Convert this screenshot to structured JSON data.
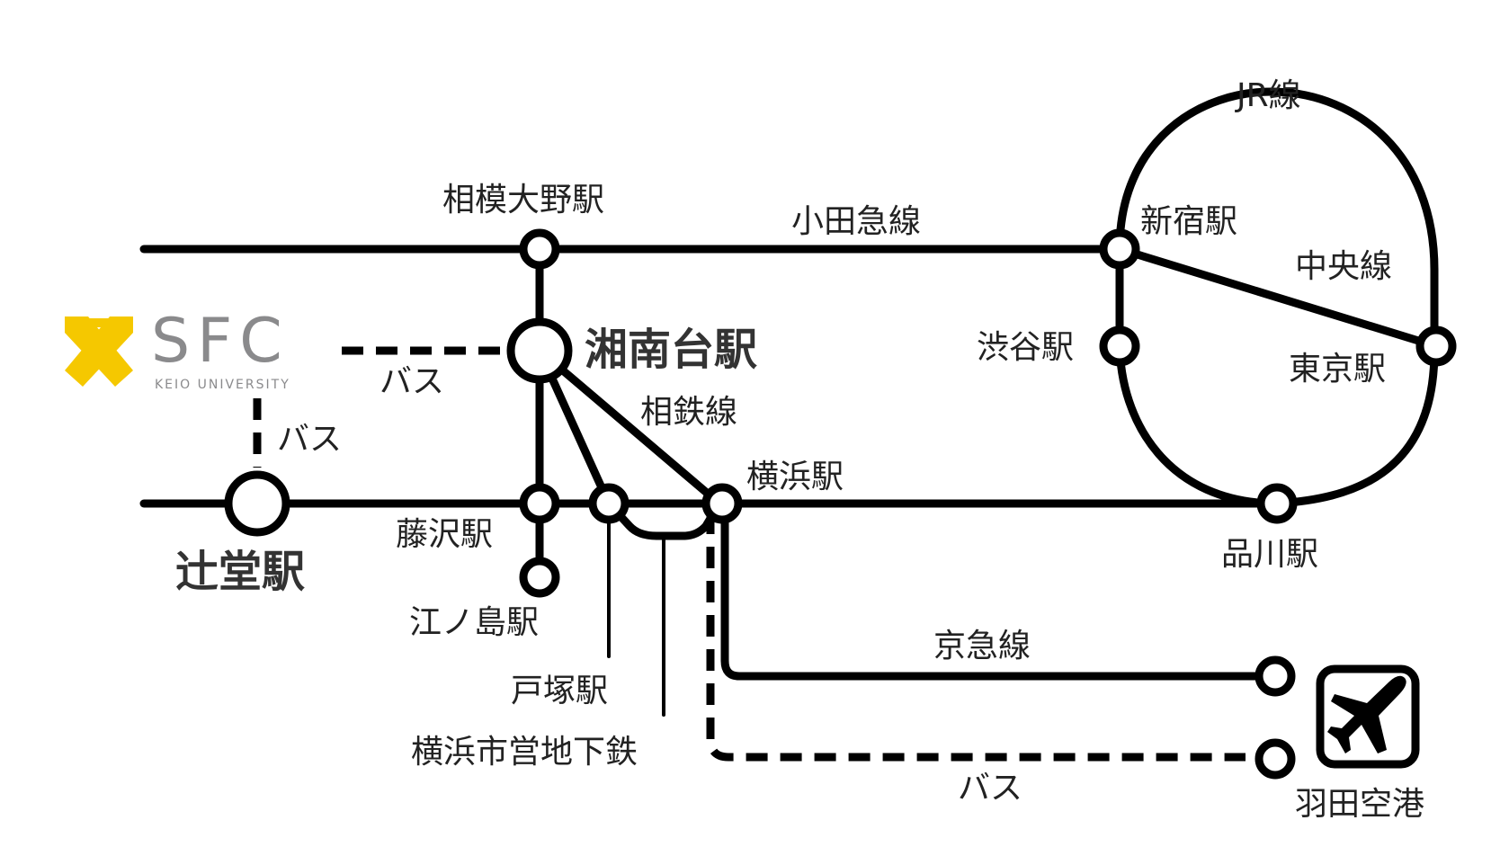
{
  "logo": {
    "text": "SFC",
    "subtext": "KEIO UNIVERSITY",
    "color": "#f5c800",
    "text_color": "#8a8a8c"
  },
  "lines": {
    "odakyu": "小田急線",
    "jr": "JR線",
    "chuo": "中央線",
    "sotetsu": "相鉄線",
    "keikyu": "京急線",
    "subway": "横浜市営地下鉄",
    "bus1": "バス",
    "bus2": "バス",
    "bus3": "バス"
  },
  "stations": {
    "sagamiono": "相模大野駅",
    "shonandai": "湘南台駅",
    "tsujido": "辻堂駅",
    "fujisawa": "藤沢駅",
    "enoshima": "江ノ島駅",
    "totsuka": "戸塚駅",
    "yokohama": "横浜駅",
    "shinjuku": "新宿駅",
    "shibuya": "渋谷駅",
    "tokyo": "東京駅",
    "shinagawa": "品川駅",
    "haneda": "羽田空港"
  },
  "icons": {
    "airport": "airplane-icon"
  }
}
